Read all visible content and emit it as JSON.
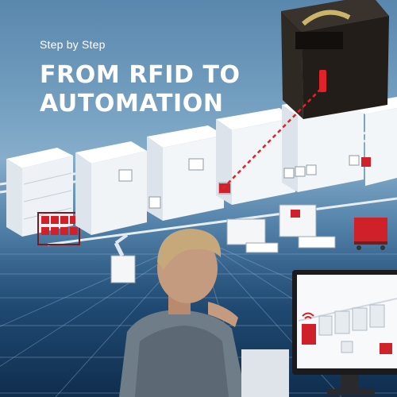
{
  "headline": {
    "kicker": "Step by Step",
    "title_line_1": "FROM RFID TO",
    "title_line_2": "AUTOMATION"
  },
  "colors": {
    "sky": "#6f9bbd",
    "floor": "#123559",
    "machine": "#f4f6f8",
    "rfid_red": "#d0202a",
    "rfid_box": "#2b2622",
    "text": "#ffffff"
  },
  "icons": [
    "rfid-reader-icon",
    "wifi-signal-icon",
    "robot-arm-icon",
    "storage-rack-icon"
  ]
}
